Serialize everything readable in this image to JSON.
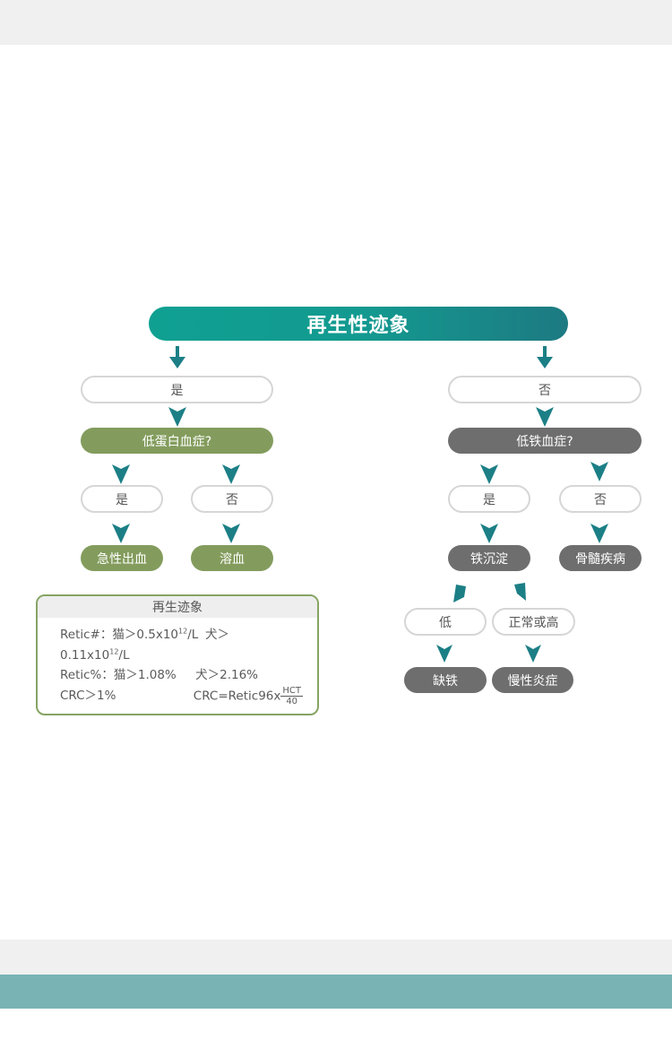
{
  "title": "再生性迹象",
  "left_branch": {
    "answer": "是",
    "question": "低蛋白血症?",
    "yes_label": "是",
    "no_label": "否",
    "yes_result": "急性出血",
    "no_result": "溶血"
  },
  "right_branch": {
    "answer": "否",
    "question": "低铁血症?",
    "yes_label": "是",
    "no_label": "否",
    "yes_result": "铁沉淀",
    "no_result": "骨髓疾病",
    "low_label": "低",
    "normal_high_label": "正常或高",
    "low_result": "缺铁",
    "normal_high_result": "慢性炎症"
  },
  "info_box": {
    "heading": "再生迹象",
    "retic_abs_prefix": "Retic#：猫＞0.5x10",
    "retic_abs_exp": "12",
    "retic_abs_unit": "/L",
    "retic_abs_dog": "犬＞",
    "retic_abs_dog_value": "0.11x10",
    "retic_abs_dog_exp": "12",
    "retic_abs_dog_unit": "/L",
    "retic_pct_cat": "Retic%：猫＞1.08%",
    "retic_pct_dog": "犬＞2.16%",
    "crc_threshold": "CRC＞1%",
    "crc_formula": "CRC=Retic96x",
    "crc_numerator": "HCT",
    "crc_denominator": "40"
  },
  "colors": {
    "teal_arrow": "#1c7f86",
    "green_pill": "#839c5d",
    "gray_pill": "#6e6e6e",
    "title_start": "#0fa092",
    "title_end": "#1d7a82",
    "box_border": "#86a463",
    "footer_teal": "#7ab3b4"
  }
}
